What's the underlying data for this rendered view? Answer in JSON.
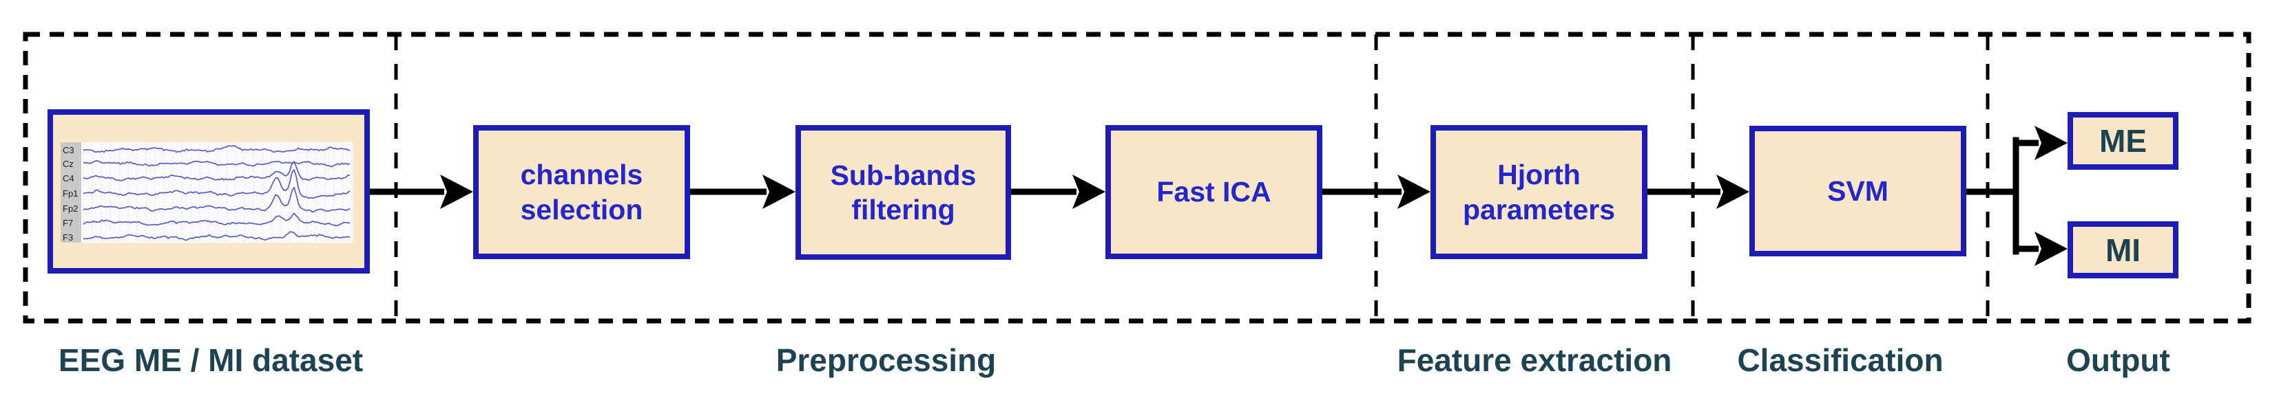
{
  "diagram": {
    "sections": [
      {
        "id": "dataset",
        "label": "EEG ME / MI dataset"
      },
      {
        "id": "preprocessing",
        "label": "Preprocessing"
      },
      {
        "id": "feature-extraction",
        "label": "Feature extraction"
      },
      {
        "id": "classification",
        "label": "Classification"
      },
      {
        "id": "output",
        "label": "Output"
      }
    ],
    "nodes": {
      "channels_selection": "channels selection",
      "subbands_filtering": "Sub-bands filtering",
      "fast_ica": "Fast ICA",
      "hjorth_parameters": "Hjorth parameters",
      "svm": "SVM",
      "me": "ME",
      "mi": "MI"
    },
    "eeg": {
      "channels": [
        "C3",
        "Cz",
        "C4",
        "Fp1",
        "Fp2",
        "F7",
        "F3"
      ]
    },
    "colors": {
      "box_fill": "#fae6c9",
      "box_border": "#1d1db5",
      "box_text": "#2326cb",
      "section_text": "#1d4353",
      "arrow": "#000000",
      "eeg_trace": "#565cc6"
    }
  }
}
